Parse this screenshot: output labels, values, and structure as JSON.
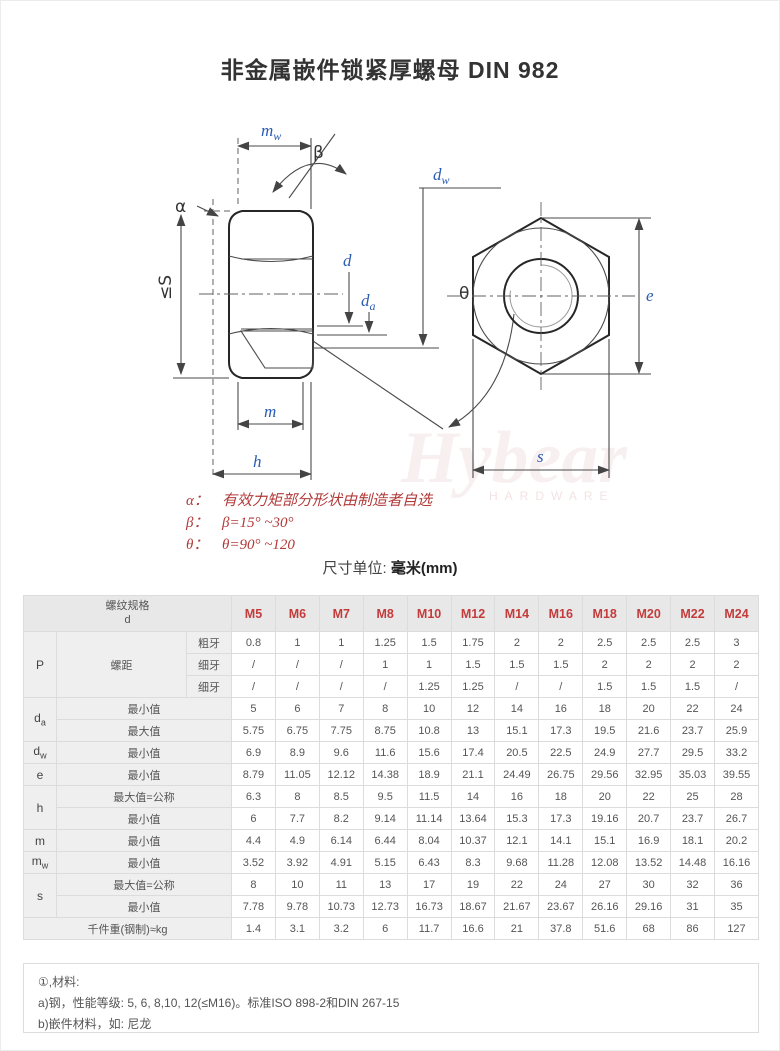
{
  "page": {
    "title": "非金属嵌件锁紧厚螺母 DIN 982",
    "unit_label": "尺寸单位:",
    "unit_value": "毫米(mm)"
  },
  "drawing": {
    "labels": {
      "alpha": "α",
      "beta": "β",
      "theta": "θ",
      "s_limit": "≤S",
      "mw_base": "m",
      "mw_sub": "w",
      "d": "d",
      "da_base": "d",
      "da_sub": "a",
      "dw_base": "d",
      "dw_sub": "w",
      "m": "m",
      "h": "h",
      "e": "e",
      "s": "s"
    },
    "notes": [
      {
        "key": "α：",
        "text": "有效力矩部分形状由制造者自选"
      },
      {
        "key": "β：",
        "text": "β=15° ~30°"
      },
      {
        "key": "θ：",
        "text": "θ=90° ~120"
      }
    ],
    "watermark": {
      "name": "Hybear",
      "sub": "HARDWARE"
    }
  },
  "table": {
    "head": {
      "line1": "螺纹规格",
      "line2": "d"
    },
    "columns": [
      "M5",
      "M6",
      "M7",
      "M8",
      "M10",
      "M12",
      "M14",
      "M16",
      "M18",
      "M20",
      "M22",
      "M24"
    ],
    "groups": [
      {
        "sym": "P",
        "group_label": "螺距",
        "rows": [
          {
            "sub": "粗牙",
            "values": [
              "0.8",
              "1",
              "1",
              "1.25",
              "1.5",
              "1.75",
              "2",
              "2",
              "2.5",
              "2.5",
              "2.5",
              "3"
            ]
          },
          {
            "sub": "细牙",
            "values": [
              "/",
              "/",
              "/",
              "1",
              "1",
              "1.5",
              "1.5",
              "1.5",
              "2",
              "2",
              "2",
              "2"
            ]
          },
          {
            "sub": "细牙",
            "values": [
              "/",
              "/",
              "/",
              "/",
              "1.25",
              "1.25",
              "/",
              "/",
              "1.5",
              "1.5",
              "1.5",
              "/"
            ]
          }
        ]
      },
      {
        "sym": "d_a",
        "rows": [
          {
            "label": "最小值",
            "values": [
              "5",
              "6",
              "7",
              "8",
              "10",
              "12",
              "14",
              "16",
              "18",
              "20",
              "22",
              "24"
            ]
          },
          {
            "label": "最大值",
            "values": [
              "5.75",
              "6.75",
              "7.75",
              "8.75",
              "10.8",
              "13",
              "15.1",
              "17.3",
              "19.5",
              "21.6",
              "23.7",
              "25.9"
            ]
          }
        ]
      },
      {
        "sym": "d_w",
        "rows": [
          {
            "label": "最小值",
            "values": [
              "6.9",
              "8.9",
              "9.6",
              "11.6",
              "15.6",
              "17.4",
              "20.5",
              "22.5",
              "24.9",
              "27.7",
              "29.5",
              "33.2"
            ]
          }
        ]
      },
      {
        "sym": "e",
        "rows": [
          {
            "label": "最小值",
            "values": [
              "8.79",
              "11.05",
              "12.12",
              "14.38",
              "18.9",
              "21.1",
              "24.49",
              "26.75",
              "29.56",
              "32.95",
              "35.03",
              "39.55"
            ]
          }
        ]
      },
      {
        "sym": "h",
        "rows": [
          {
            "label": "最大值=公称",
            "values": [
              "6.3",
              "8",
              "8.5",
              "9.5",
              "11.5",
              "14",
              "16",
              "18",
              "20",
              "22",
              "25",
              "28"
            ]
          },
          {
            "label": "最小值",
            "values": [
              "6",
              "7.7",
              "8.2",
              "9.14",
              "11.14",
              "13.64",
              "15.3",
              "17.3",
              "19.16",
              "20.7",
              "23.7",
              "26.7"
            ]
          }
        ]
      },
      {
        "sym": "m",
        "rows": [
          {
            "label": "最小值",
            "values": [
              "4.4",
              "4.9",
              "6.14",
              "6.44",
              "8.04",
              "10.37",
              "12.1",
              "14.1",
              "15.1",
              "16.9",
              "18.1",
              "20.2"
            ]
          }
        ]
      },
      {
        "sym": "m_w",
        "rows": [
          {
            "label": "最小值",
            "values": [
              "3.52",
              "3.92",
              "4.91",
              "5.15",
              "6.43",
              "8.3",
              "9.68",
              "11.28",
              "12.08",
              "13.52",
              "14.48",
              "16.16"
            ]
          }
        ]
      },
      {
        "sym": "s",
        "rows": [
          {
            "label": "最大值=公称",
            "values": [
              "8",
              "10",
              "11",
              "13",
              "17",
              "19",
              "22",
              "24",
              "27",
              "30",
              "32",
              "36"
            ]
          },
          {
            "label": "最小值",
            "values": [
              "7.78",
              "9.78",
              "10.73",
              "12.73",
              "16.73",
              "18.67",
              "21.67",
              "23.67",
              "26.16",
              "29.16",
              "31",
              "35"
            ]
          }
        ]
      },
      {
        "sym": "",
        "rows": [
          {
            "label": "千件重(钢制)≈kg",
            "values": [
              "1.4",
              "3.1",
              "3.2",
              "6",
              "11.7",
              "16.6",
              "21",
              "37.8",
              "51.6",
              "68",
              "86",
              "127"
            ]
          }
        ]
      }
    ]
  },
  "footer": {
    "lines": [
      "①,材料:",
      "a)钢，性能等级: 5, 6, 8,10, 12(≤M16)。标准ISO 898-2和DIN 267-15",
      "b)嵌件材料，如: 尼龙"
    ]
  }
}
